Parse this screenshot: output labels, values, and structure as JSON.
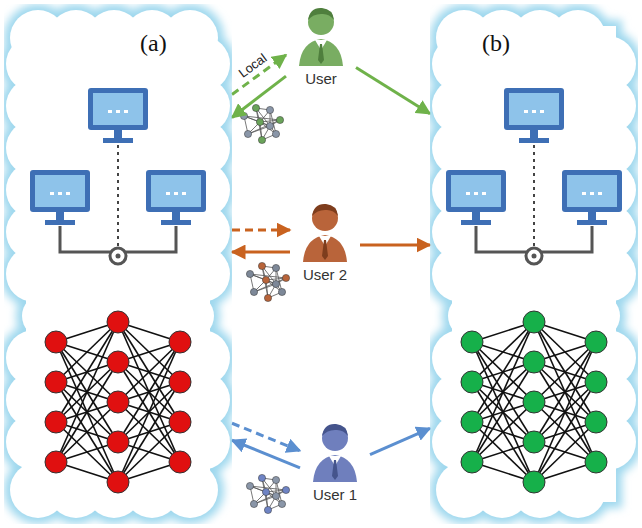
{
  "diagram": {
    "nodes": [
      {
        "text": [
          "(a)"
        ]
      },
      {
        "text": [
          "(b)"
        ]
      },
      {
        "text": [
          "User"
        ]
      },
      {
        "text": [
          "User 2"
        ]
      },
      {
        "text": [
          "User 1"
        ]
      }
    ],
    "edges": [
      {
        "from": 0,
        "to": 2,
        "arrow": "to",
        "label": "Local"
      },
      {
        "from": 2,
        "to": 0,
        "arrow": "to"
      },
      {
        "from": 2,
        "to": 1,
        "arrow": "to"
      },
      {
        "from": 0,
        "to": 3,
        "arrow": "to"
      },
      {
        "from": 3,
        "to": 0,
        "arrow": "to"
      },
      {
        "from": 3,
        "to": 1,
        "arrow": "to"
      },
      {
        "from": 0,
        "to": 4,
        "arrow": "to"
      },
      {
        "from": 4,
        "to": 0,
        "arrow": "to"
      },
      {
        "from": 4,
        "to": 1,
        "arrow": "to"
      }
    ]
  }
}
